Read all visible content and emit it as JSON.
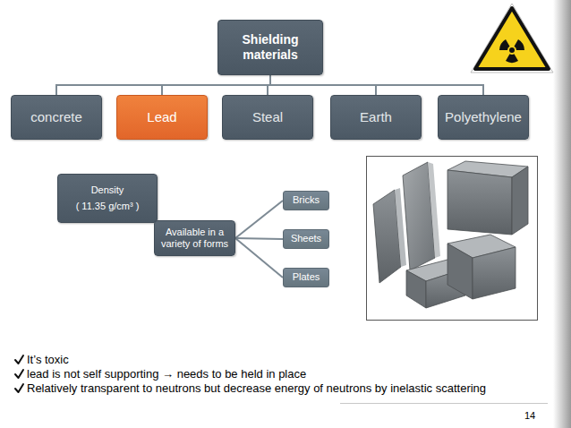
{
  "diagram": {
    "nodes": [
      {
        "text": [
          "Shielding materials"
        ]
      },
      {
        "text": [
          "concrete"
        ]
      },
      {
        "text": [
          "Lead"
        ]
      },
      {
        "text": [
          "Steal"
        ]
      },
      {
        "text": [
          "Earth"
        ]
      },
      {
        "text": [
          "Polyethylene"
        ]
      },
      {
        "text": [
          "Density",
          "( 11.35 g/cm³ )"
        ]
      },
      {
        "text": [
          "Available in a variety of forms"
        ]
      },
      {
        "text": [
          "Bricks"
        ]
      },
      {
        "text": [
          "Sheets"
        ]
      },
      {
        "text": [
          "Plates"
        ]
      }
    ],
    "edges": [
      {
        "from": 0,
        "to": 1,
        "arrow": "none"
      },
      {
        "from": 0,
        "to": 2,
        "arrow": "none"
      },
      {
        "from": 0,
        "to": 3,
        "arrow": "none"
      },
      {
        "from": 0,
        "to": 4,
        "arrow": "none"
      },
      {
        "from": 0,
        "to": 5,
        "arrow": "none"
      },
      {
        "from": 7,
        "to": 8,
        "arrow": "none"
      },
      {
        "from": 7,
        "to": 9,
        "arrow": "none"
      },
      {
        "from": 7,
        "to": 10,
        "arrow": "none"
      }
    ],
    "labels": [
      "It’s toxic",
      "lead is not self supporting → needs to be held in place",
      "Relatively transparent to neutrons but decrease energy of neutrons by inelastic scattering",
      "14"
    ]
  }
}
